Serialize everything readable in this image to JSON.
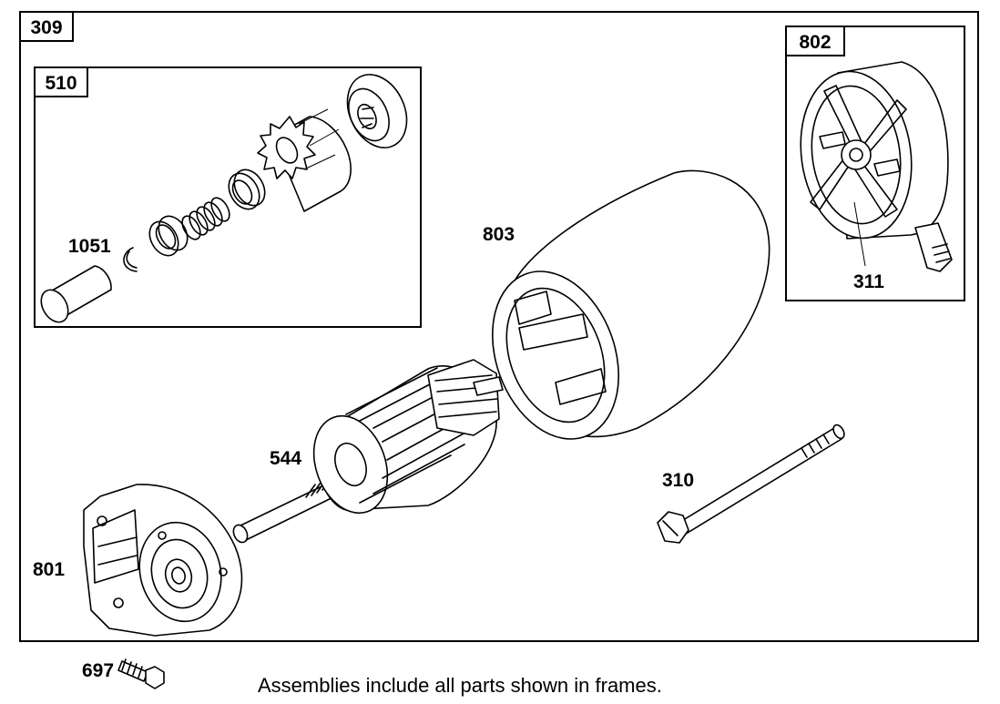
{
  "frames": {
    "main": "309",
    "drive_kit": "510",
    "end_cap": "802"
  },
  "parts": {
    "retainer_ring": "1051",
    "housing": "803",
    "armature": "544",
    "through_bolt": "310",
    "end_cap_plate": "801",
    "brush_part": "311",
    "screw": "697"
  },
  "footnote": "Assemblies include all parts shown in frames."
}
